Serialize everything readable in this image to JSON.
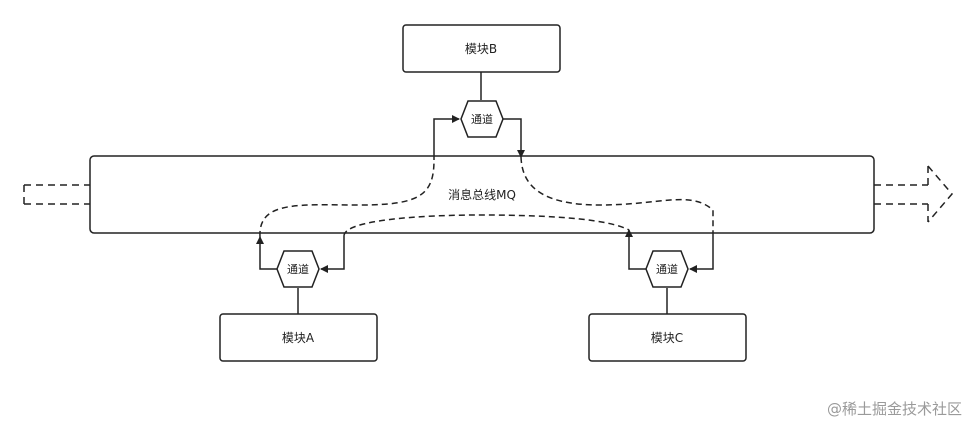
{
  "diagram": {
    "bus_label": "消息总线MQ",
    "modules": {
      "a": "模块A",
      "b": "模块B",
      "c": "模块C"
    },
    "channels": {
      "a": "通道",
      "b": "通道",
      "c": "通道"
    }
  },
  "watermark": "@稀土掘金技术社区"
}
